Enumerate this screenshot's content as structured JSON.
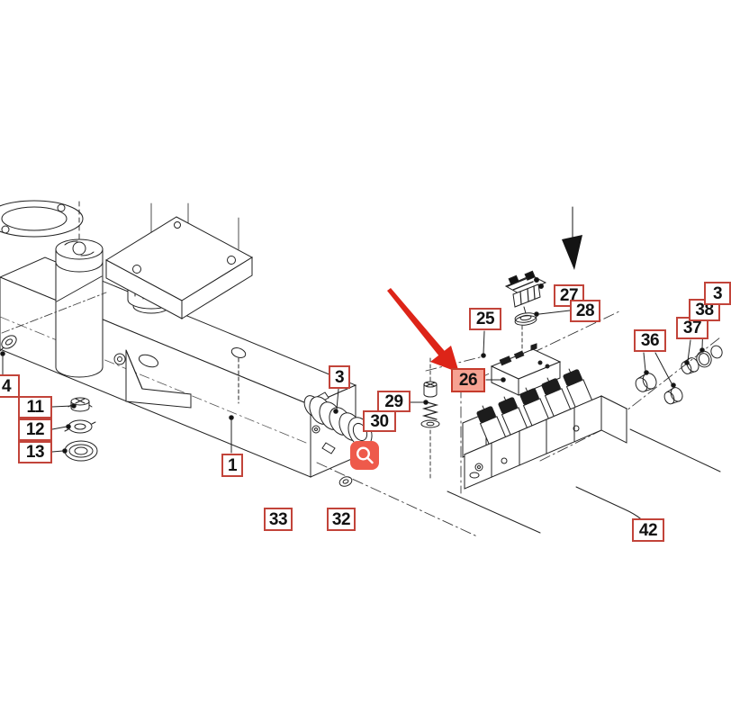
{
  "diagram": {
    "title": "exploded-parts-diagram",
    "background": "#ffffff",
    "line_color": "#222222",
    "callout_style": {
      "border_color": "#c2443a",
      "background": "#ffffff",
      "text_color": "#121212"
    },
    "highlight": {
      "callout_background": "#f6a292",
      "arrow_color": "#dd2418"
    },
    "direction_arrow_color": "#141414",
    "callouts": [
      {
        "num": "1",
        "highlighted": false
      },
      {
        "num": "3",
        "highlighted": false
      },
      {
        "num": "4",
        "highlighted": false,
        "clipped": "left"
      },
      {
        "num": "11",
        "highlighted": false
      },
      {
        "num": "12",
        "highlighted": false
      },
      {
        "num": "13",
        "highlighted": false
      },
      {
        "num": "25",
        "highlighted": false
      },
      {
        "num": "26",
        "highlighted": true
      },
      {
        "num": "27",
        "highlighted": false
      },
      {
        "num": "28",
        "highlighted": false
      },
      {
        "num": "29",
        "highlighted": false
      },
      {
        "num": "30",
        "highlighted": false
      },
      {
        "num": "33",
        "highlighted": false,
        "clipped": "bottom"
      },
      {
        "num": "32",
        "highlighted": false,
        "clipped": "bottom"
      },
      {
        "num": "36",
        "highlighted": false
      },
      {
        "num": "37",
        "highlighted": false
      },
      {
        "num": "38",
        "highlighted": false
      },
      {
        "num": "3",
        "highlighted": false,
        "clipped": "right"
      },
      {
        "num": "42",
        "highlighted": false,
        "clipped": "bottom"
      }
    ],
    "icons": {
      "magnifier_button": {
        "icon": "magnifier",
        "background": "#ee5a4b",
        "glyph_color": "#ffffff"
      }
    }
  }
}
